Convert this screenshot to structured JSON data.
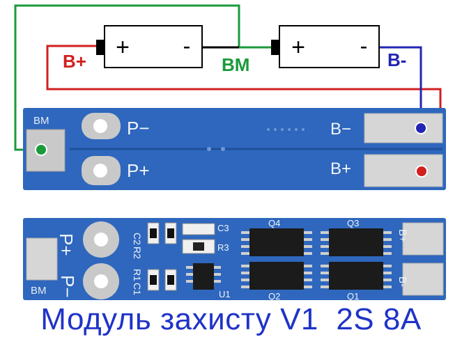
{
  "wiring": {
    "battery_1": {
      "plus": "+",
      "minus": "-"
    },
    "battery_2": {
      "plus": "+",
      "minus": "-"
    },
    "label_b_plus": "B+",
    "label_bm": "BM",
    "label_b_minus": "B-",
    "colors": {
      "red": "#d21f1f",
      "green": "#1a9a3a",
      "blue": "#2424b4",
      "black": "#000000"
    }
  },
  "board_top": {
    "pad_bm": "BM",
    "pad_p_minus": "P−",
    "pad_p_plus": "P+",
    "pad_b_minus": "B−",
    "pad_b_plus": "B+"
  },
  "board_bottom": {
    "label_p_plus": "P+",
    "label_p_minus": "P−",
    "label_bm": "BM",
    "label_c2": "C2",
    "label_r2": "R2",
    "label_r1": "R1",
    "label_c1": "C1",
    "label_c3": "C3",
    "label_r3": "R3",
    "label_q4": "Q4",
    "label_q3": "Q3",
    "label_q2": "Q2",
    "label_q1": "Q1",
    "label_u1": "U1",
    "label_b_plus": "B+",
    "label_b_minus": "B-"
  },
  "caption": "Модуль захисту V1  2S 8A",
  "colors": {
    "pcb": "#2e67bd",
    "pcb_dark": "#1f4f99",
    "pad": "#d9d9d9",
    "caption": "#1f33c8"
  }
}
